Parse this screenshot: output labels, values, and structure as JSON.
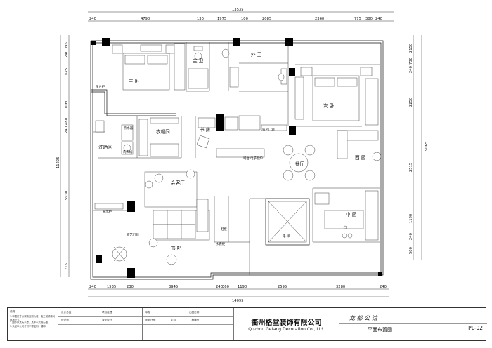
{
  "dims_top": {
    "total": "13535",
    "segments": [
      "240",
      "4790",
      "130",
      "1975",
      "100",
      "2085",
      "2360",
      "775",
      "380",
      "240"
    ]
  },
  "dims_bottom": {
    "total": "14095",
    "segments": [
      "240",
      "1535",
      "230",
      "3945",
      "240",
      "360",
      "1190",
      "2595",
      "3280",
      "240"
    ]
  },
  "dims_left": {
    "total": "11225",
    "segments": [
      "395",
      "240",
      "1625",
      "1060",
      "480",
      "240",
      "5930",
      "715"
    ]
  },
  "dims_right": {
    "total": "9065",
    "segments": [
      "2150",
      "730",
      "240",
      "2250",
      "2515",
      "1190",
      "240",
      "500"
    ]
  },
  "rooms": {
    "master_bedroom": "主 卧",
    "master_bath": "主 卫",
    "outer_bath": "外 卫",
    "second_bedroom": "次 卧",
    "closet": "衣帽间",
    "study": "书 房",
    "laundry": "洗晒区",
    "living": "会客厅",
    "dining": "餐厅",
    "west_kitchen": "西 厨",
    "kitchen": "中 厨",
    "book_bar": "书 吧",
    "elevator": "电 梯"
  },
  "small_labels": {
    "balcony_cabinet": "阳台柜",
    "iron_door_1": "铁艺门洞",
    "iron_door_2": "铁艺门洞",
    "bar_screen": "吧台 电子壁炉",
    "water_heater": "热水器",
    "shoe_cabinet": "鞋柜",
    "washer": "洗衣机",
    "water_meter": "水表柜",
    "display_shelf": "展示柜"
  },
  "titleblock": {
    "fields": [
      "设计总监",
      "项目经理",
      "设计师",
      "深化设计",
      "审核",
      "出图日期",
      "图纸比例",
      "工程编号"
    ],
    "company_cn": "衢州格堂装饰有限公司",
    "company_en": "Quzhou Getang Decoration Co., Ltd.",
    "project_name": "龙 都 公 馆",
    "drawing_title": "平面布置图",
    "drawing_no": "PL-02",
    "scale": "1:50"
  }
}
